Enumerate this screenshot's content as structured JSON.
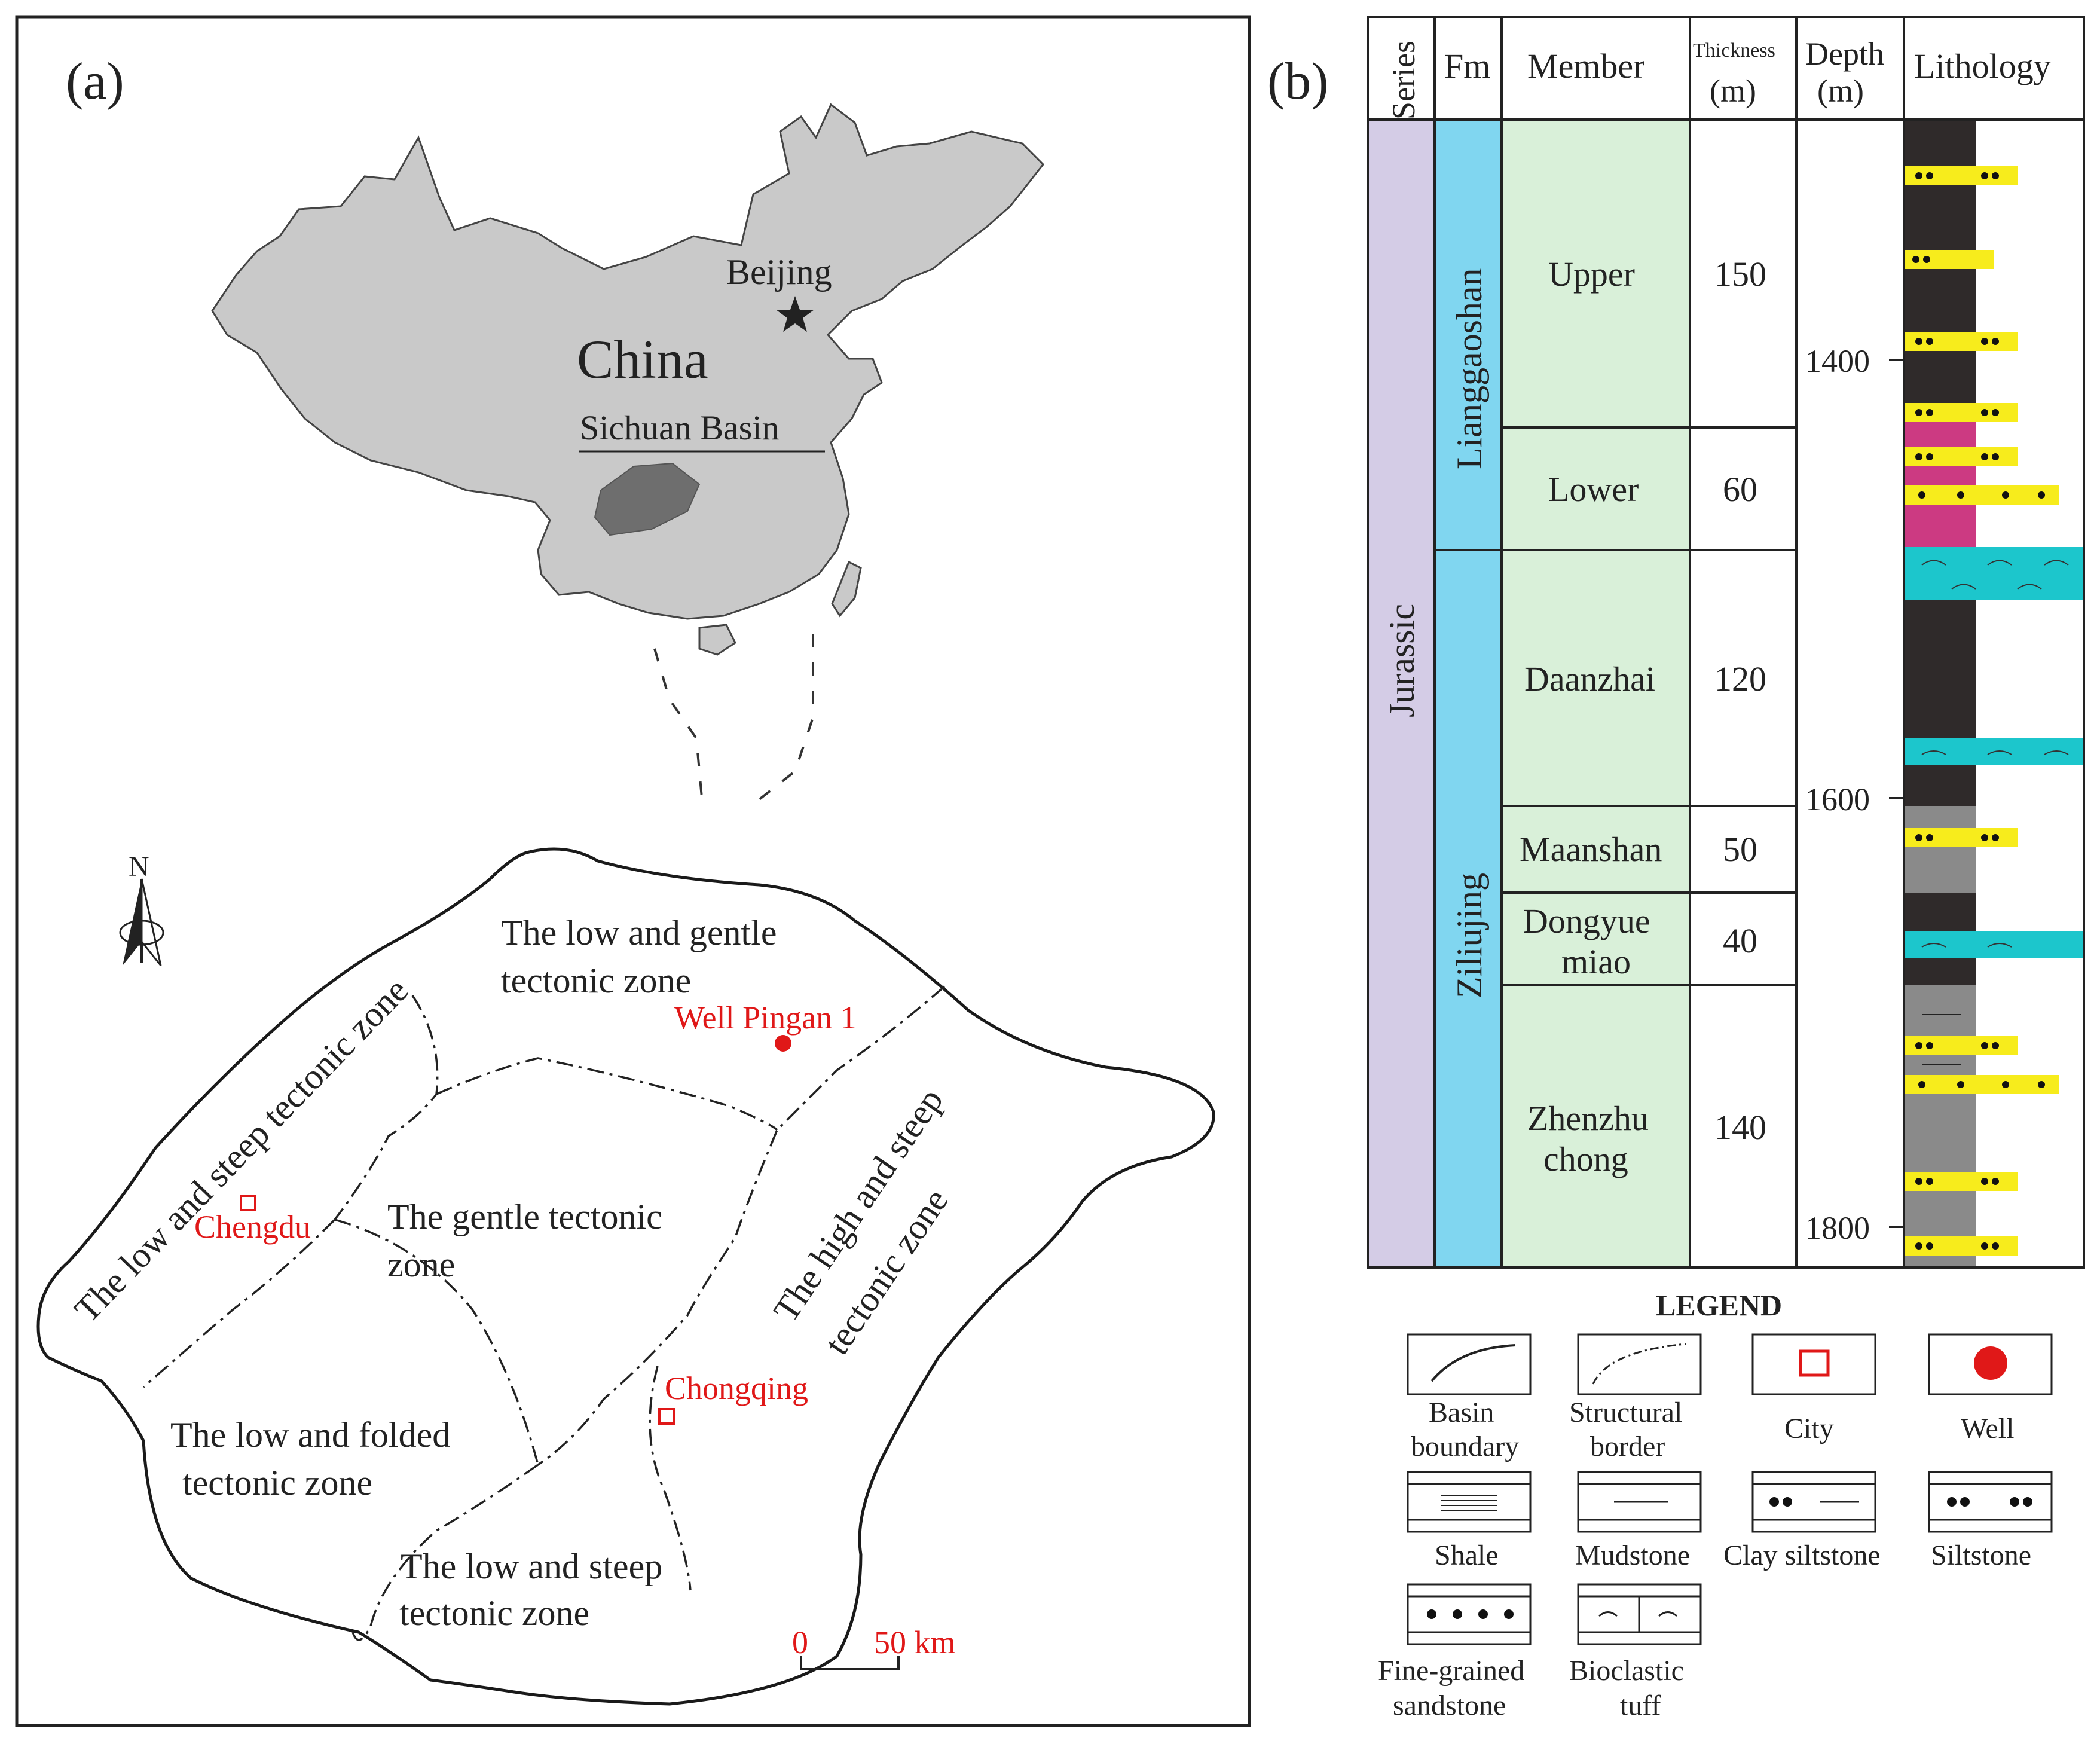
{
  "panel_a": {
    "label": "(a)",
    "country": "China",
    "capital": "Beijing",
    "basin_title": "Sichuan Basin",
    "north": "N",
    "zones": {
      "low_gentle_1": "The low and gentle",
      "low_gentle_2": "tectonic zone",
      "low_steep_nw": "The low and steep tectonic zone",
      "high_steep_1": "The high and steep",
      "high_steep_2": "tectonic zone",
      "gentle_1": "The gentle tectonic",
      "gentle_2": "zone",
      "low_folded_1": "The low and folded",
      "low_folded_2": "tectonic zone",
      "low_steep_s_1": "The low and steep",
      "low_steep_s_2": "tectonic zone"
    },
    "well": "Well Pingan 1",
    "cities": {
      "chengdu": "Chengdu",
      "chongqing": "Chongqing"
    },
    "scale": {
      "start": "0",
      "end": "50 km"
    },
    "colors": {
      "land": "#c9c9c9",
      "basin": "#6e6e6e",
      "accent": "#e01818"
    }
  },
  "panel_b": {
    "label": "(b)",
    "headers": {
      "series": "Series",
      "fm": "Fm",
      "member": "Member",
      "thickness_1": "Thickness",
      "thickness_2": "(m)",
      "depth_1": "Depth",
      "depth_2": "(m)",
      "lithology": "Lithology"
    },
    "series": "Jurassic",
    "formations": [
      "Lianggaoshan",
      "Ziliujing"
    ],
    "members": [
      {
        "name_1": "Upper",
        "name_2": "",
        "thickness": "150"
      },
      {
        "name_1": "Lower",
        "name_2": "",
        "thickness": "60"
      },
      {
        "name_1": "Daanzhai",
        "name_2": "",
        "thickness": "120"
      },
      {
        "name_1": "Maanshan",
        "name_2": "",
        "thickness": "50"
      },
      {
        "name_1": "Dongyue",
        "name_2": "miao",
        "thickness": "40"
      },
      {
        "name_1": "Zhenzhu",
        "name_2": "chong",
        "thickness": "140"
      }
    ],
    "depth_ticks": [
      "1400",
      "1600",
      "1800"
    ],
    "colors": {
      "series": "#d4cce6",
      "formation": "#80d6f0",
      "member": "#d9f0d9",
      "shale": "#2f2a2a",
      "siltstone": "#f7ec1c",
      "tuff": "#1cc6cc",
      "magenta": "#cc3a82",
      "mudstone": "#8a8a8a"
    }
  },
  "legend": {
    "title": "LEGEND",
    "items": [
      {
        "l1": "Basin",
        "l2": "boundary"
      },
      {
        "l1": "Structural",
        "l2": "border"
      },
      {
        "l1": "City",
        "l2": ""
      },
      {
        "l1": "Well",
        "l2": ""
      },
      {
        "l1": "Shale",
        "l2": ""
      },
      {
        "l1": "Mudstone",
        "l2": ""
      },
      {
        "l1": "Clay siltstone",
        "l2": ""
      },
      {
        "l1": "Siltstone",
        "l2": ""
      },
      {
        "l1": "Fine-grained",
        "l2": "sandstone"
      },
      {
        "l1": "Bioclastic",
        "l2": "tuff"
      }
    ]
  }
}
